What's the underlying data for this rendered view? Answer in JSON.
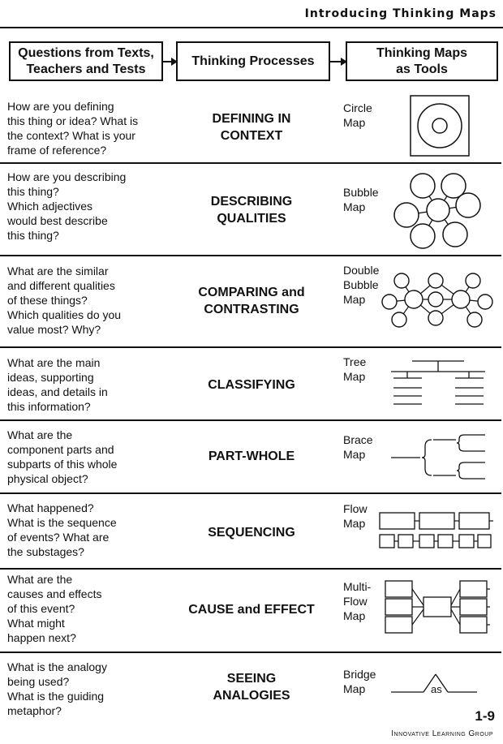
{
  "header": {
    "title": "Introducing Thinking Maps"
  },
  "columns": {
    "questions": "Questions from Texts,\nTeachers and Tests",
    "processes": "Thinking Processes",
    "tools": "Thinking Maps\nas Tools"
  },
  "rows": [
    {
      "question": "How are you defining\nthis thing or idea? What is\nthe context? What is your\nframe of reference?",
      "process": "DEFINING IN\nCONTEXT",
      "map": "Circle\nMap"
    },
    {
      "question": "How are you describing\nthis thing?\nWhich adjectives\nwould best describe\nthis thing?",
      "process": "DESCRIBING\nQUALITIES",
      "map": "Bubble\nMap"
    },
    {
      "question": "What are the similar\nand different qualities\nof these things?\nWhich qualities do you\nvalue most?  Why?",
      "process": "COMPARING and\nCONTRASTING",
      "map": "Double\nBubble\nMap"
    },
    {
      "question": "What are the main\nideas, supporting\nideas, and details in\nthis information?",
      "process": "CLASSIFYING",
      "map": "Tree\nMap"
    },
    {
      "question": "What are the\ncomponent parts and\nsubparts of this whole\nphysical object?",
      "process": "PART-WHOLE",
      "map": "Brace\nMap"
    },
    {
      "question": "What happened?\nWhat is the sequence\nof events? What are\nthe substages?",
      "process": "SEQUENCING",
      "map": "Flow\nMap"
    },
    {
      "question": "What are the\ncauses and effects\nof this event?\nWhat might\nhappen next?",
      "process": "CAUSE and EFFECT",
      "map": "Multi-\nFlow\nMap"
    },
    {
      "question": "What is the analogy\nbeing used?\nWhat is the guiding\nmetaphor?",
      "process": "SEEING\nANALOGIES",
      "map": "Bridge\nMap",
      "bridge_label": "as"
    }
  ],
  "footer": {
    "page_number": "1-9",
    "publisher": "Innovative Learning Group"
  },
  "icons": [
    "circle-map-icon",
    "bubble-map-icon",
    "double-bubble-map-icon",
    "tree-map-icon",
    "brace-map-icon",
    "flow-map-icon",
    "multi-flow-map-icon",
    "bridge-map-icon"
  ]
}
